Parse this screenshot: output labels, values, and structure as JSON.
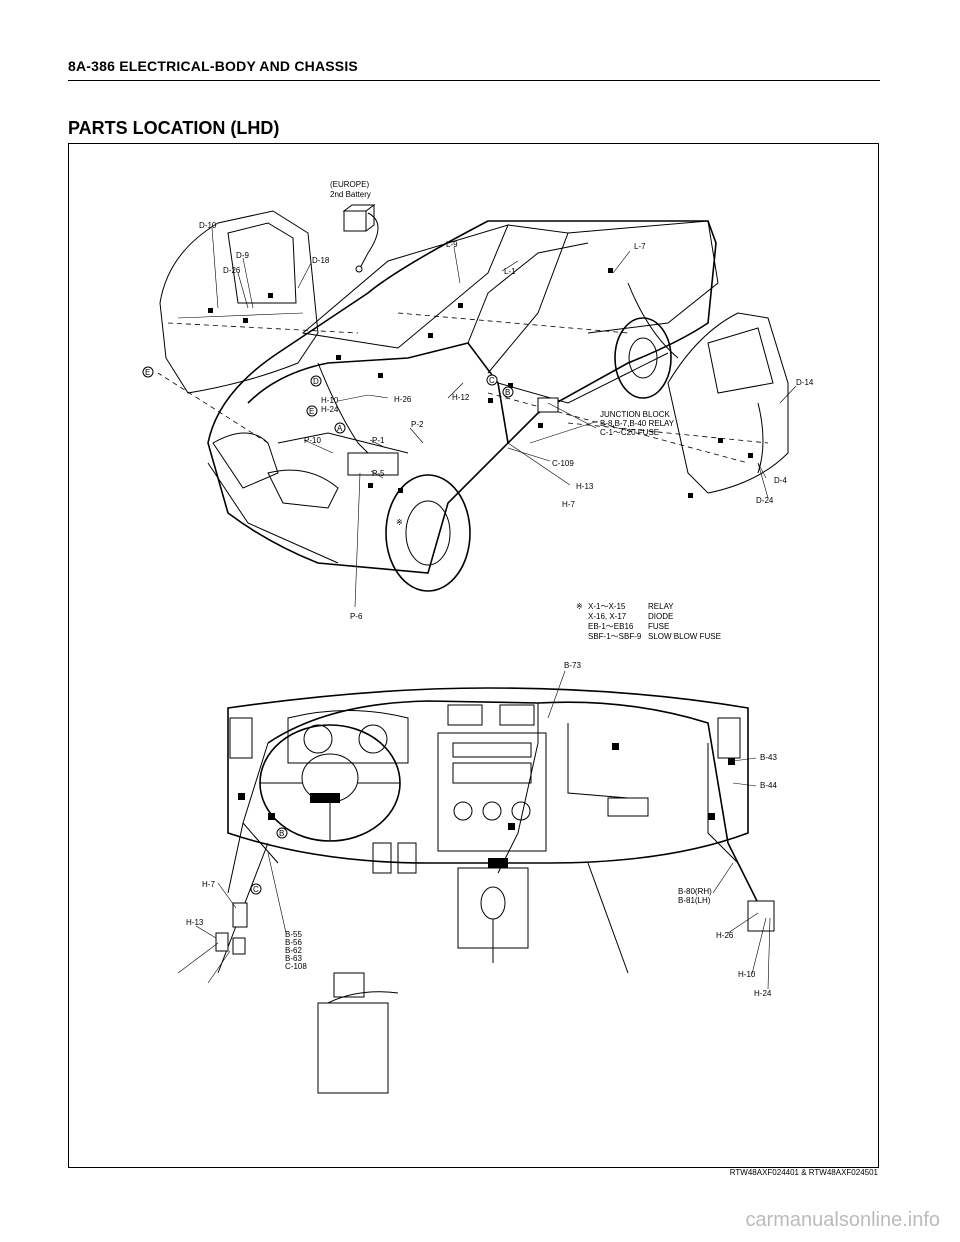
{
  "header": {
    "page_title": "8A-386  ELECTRICAL-BODY AND CHASSIS"
  },
  "section": {
    "title": "PARTS LOCATION (LHD)"
  },
  "battery": {
    "line1": "(EUROPE)",
    "line2": "2nd Battery"
  },
  "vehicle_labels": {
    "d10": "D-10",
    "d9": "D-9",
    "d26": "D-26",
    "d18": "D-18",
    "l9": "L-9",
    "l1": "L-1",
    "l7": "L-7",
    "h10": "H-10",
    "h24": "H-24",
    "h26": "H-26",
    "h12": "H-12",
    "p2": "P-2",
    "p1": "P-1",
    "p10": "P-10",
    "p5": "P-5",
    "p6": "P-6",
    "d14": "D-14",
    "d4": "D-4",
    "d24": "D-24",
    "c109": "C-109",
    "h13": "H-13",
    "h7": "H-7"
  },
  "connector_letters": {
    "e1": "E",
    "d": "D",
    "e2": "E",
    "a": "A",
    "b1": "B",
    "c1": "C",
    "b2": "B",
    "c2": "C"
  },
  "junction": {
    "line1": "JUNCTION BLOCK",
    "line2": "B-8,B-7,B-40 RELAY",
    "line3": "C-1～C20 FUSE"
  },
  "note": {
    "mark": "※",
    "rows": [
      {
        "code": "X-1～X-15",
        "desc": "RELAY"
      },
      {
        "code": "X-16, X-17",
        "desc": "DIODE"
      },
      {
        "code": "EB-1～EB16",
        "desc": "FUSE"
      },
      {
        "code": "SBF-1～SBF-9",
        "desc": "SLOW BLOW FUSE"
      }
    ]
  },
  "dash_labels": {
    "b73": "B-73",
    "b43": "B-43",
    "b44": "B-44",
    "b80": "B-80(RH)",
    "b81": "B-81(LH)",
    "h26": "H-26",
    "h10": "H-10",
    "h24": "H-24",
    "h7": "H-7",
    "h13": "H-13"
  },
  "dash_left_group": [
    "B-55",
    "B-56",
    "B-62",
    "B-63",
    "C-108"
  ],
  "footer": {
    "code": "RTW48AXF024401 & RTW48AXF024501"
  },
  "watermark": "carmanualsonline.info"
}
